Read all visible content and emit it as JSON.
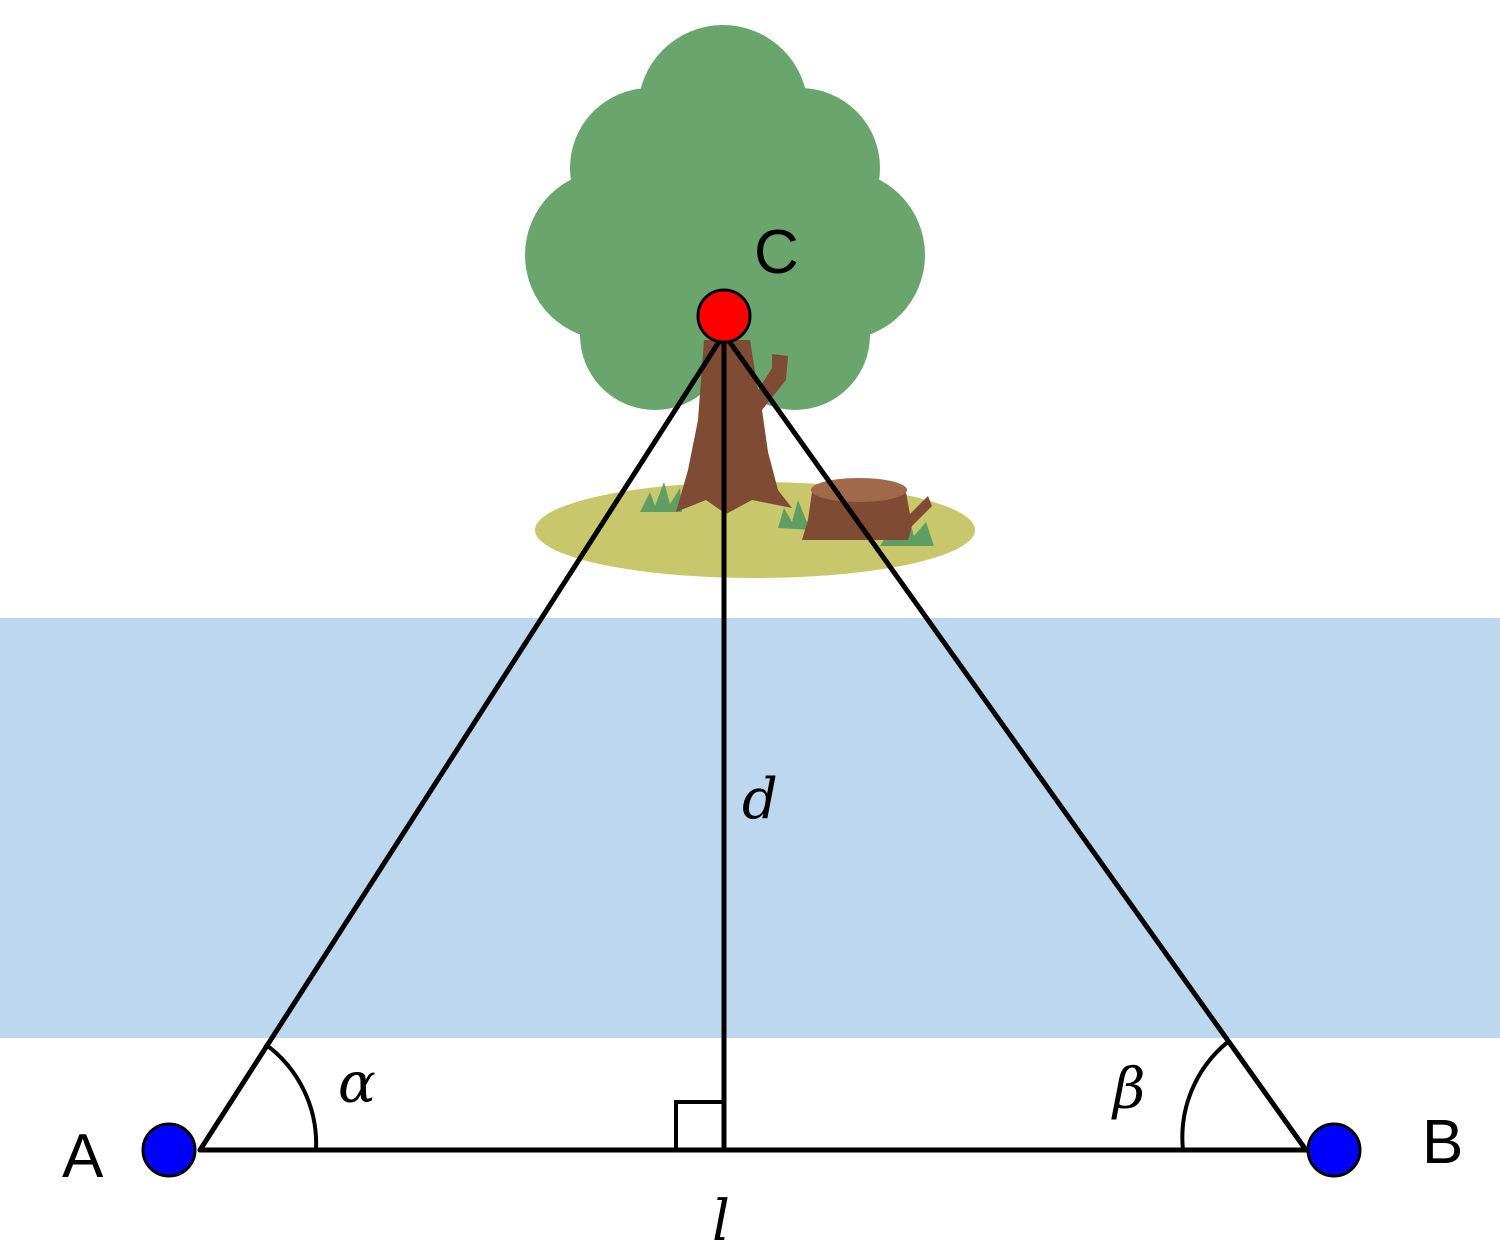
{
  "diagram": {
    "points": {
      "A": {
        "label": "A",
        "color": "#0000ff"
      },
      "B": {
        "label": "B",
        "color": "#0000ff"
      },
      "C": {
        "label": "C",
        "color": "#ff0000"
      }
    },
    "symbols": {
      "alpha": "α",
      "beta": "β",
      "d": "d",
      "l": "l"
    },
    "colors": {
      "river": "#bdd7ee",
      "foliage": "#6aa56d",
      "trunk": "#7f4b34",
      "ground": "#c9c76b",
      "grass": "#5f9e63",
      "line": "#000000"
    },
    "icons": [
      "tree-icon",
      "tree-stump-icon"
    ]
  }
}
